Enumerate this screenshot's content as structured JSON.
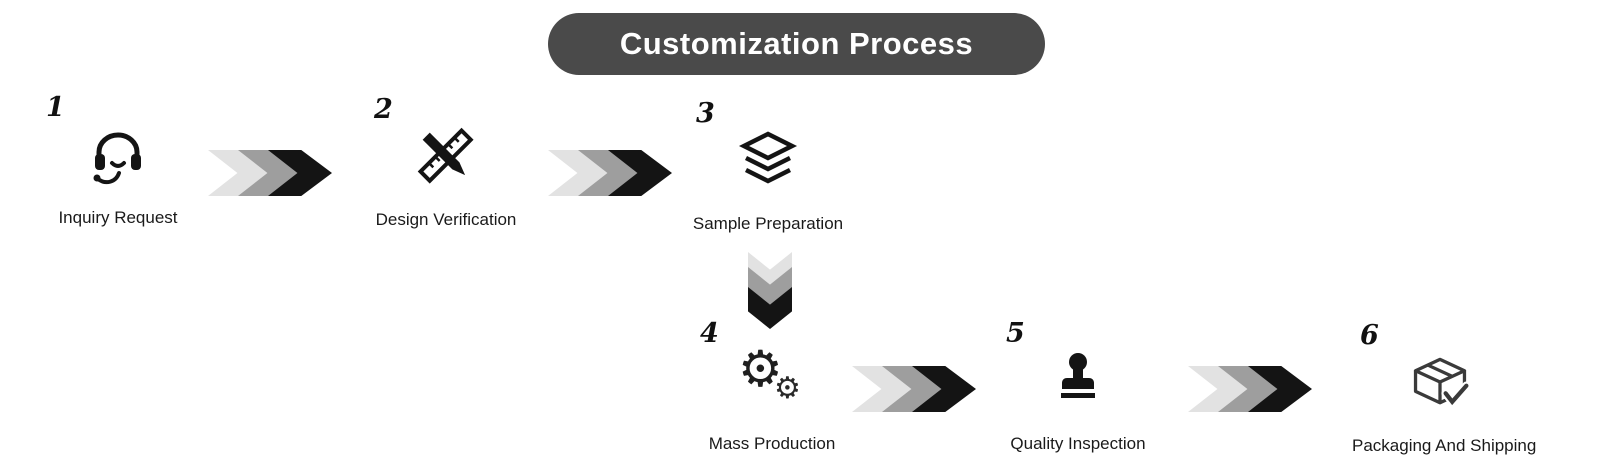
{
  "title": "Customization Process",
  "theme": {
    "banner_bg": "#4a4a4a",
    "banner_text": "#ffffff",
    "icon_color": "#141414",
    "chevron_colors": [
      "#e2e2e2",
      "#9e9e9e",
      "#141414"
    ]
  },
  "icons": {
    "gear_glyph": "⚙"
  },
  "steps": [
    {
      "number": "1",
      "label": "Inquiry Request",
      "icon": "headset-icon"
    },
    {
      "number": "2",
      "label": "Design Verification",
      "icon": "ruler-pencil-icon"
    },
    {
      "number": "3",
      "label": "Sample Preparation",
      "icon": "layers-icon"
    },
    {
      "number": "4",
      "label": "Mass Production",
      "icon": "gears-icon"
    },
    {
      "number": "5",
      "label": "Quality Inspection",
      "icon": "stamp-icon"
    },
    {
      "number": "6",
      "label": "Packaging And Shipping",
      "icon": "package-icon"
    }
  ]
}
